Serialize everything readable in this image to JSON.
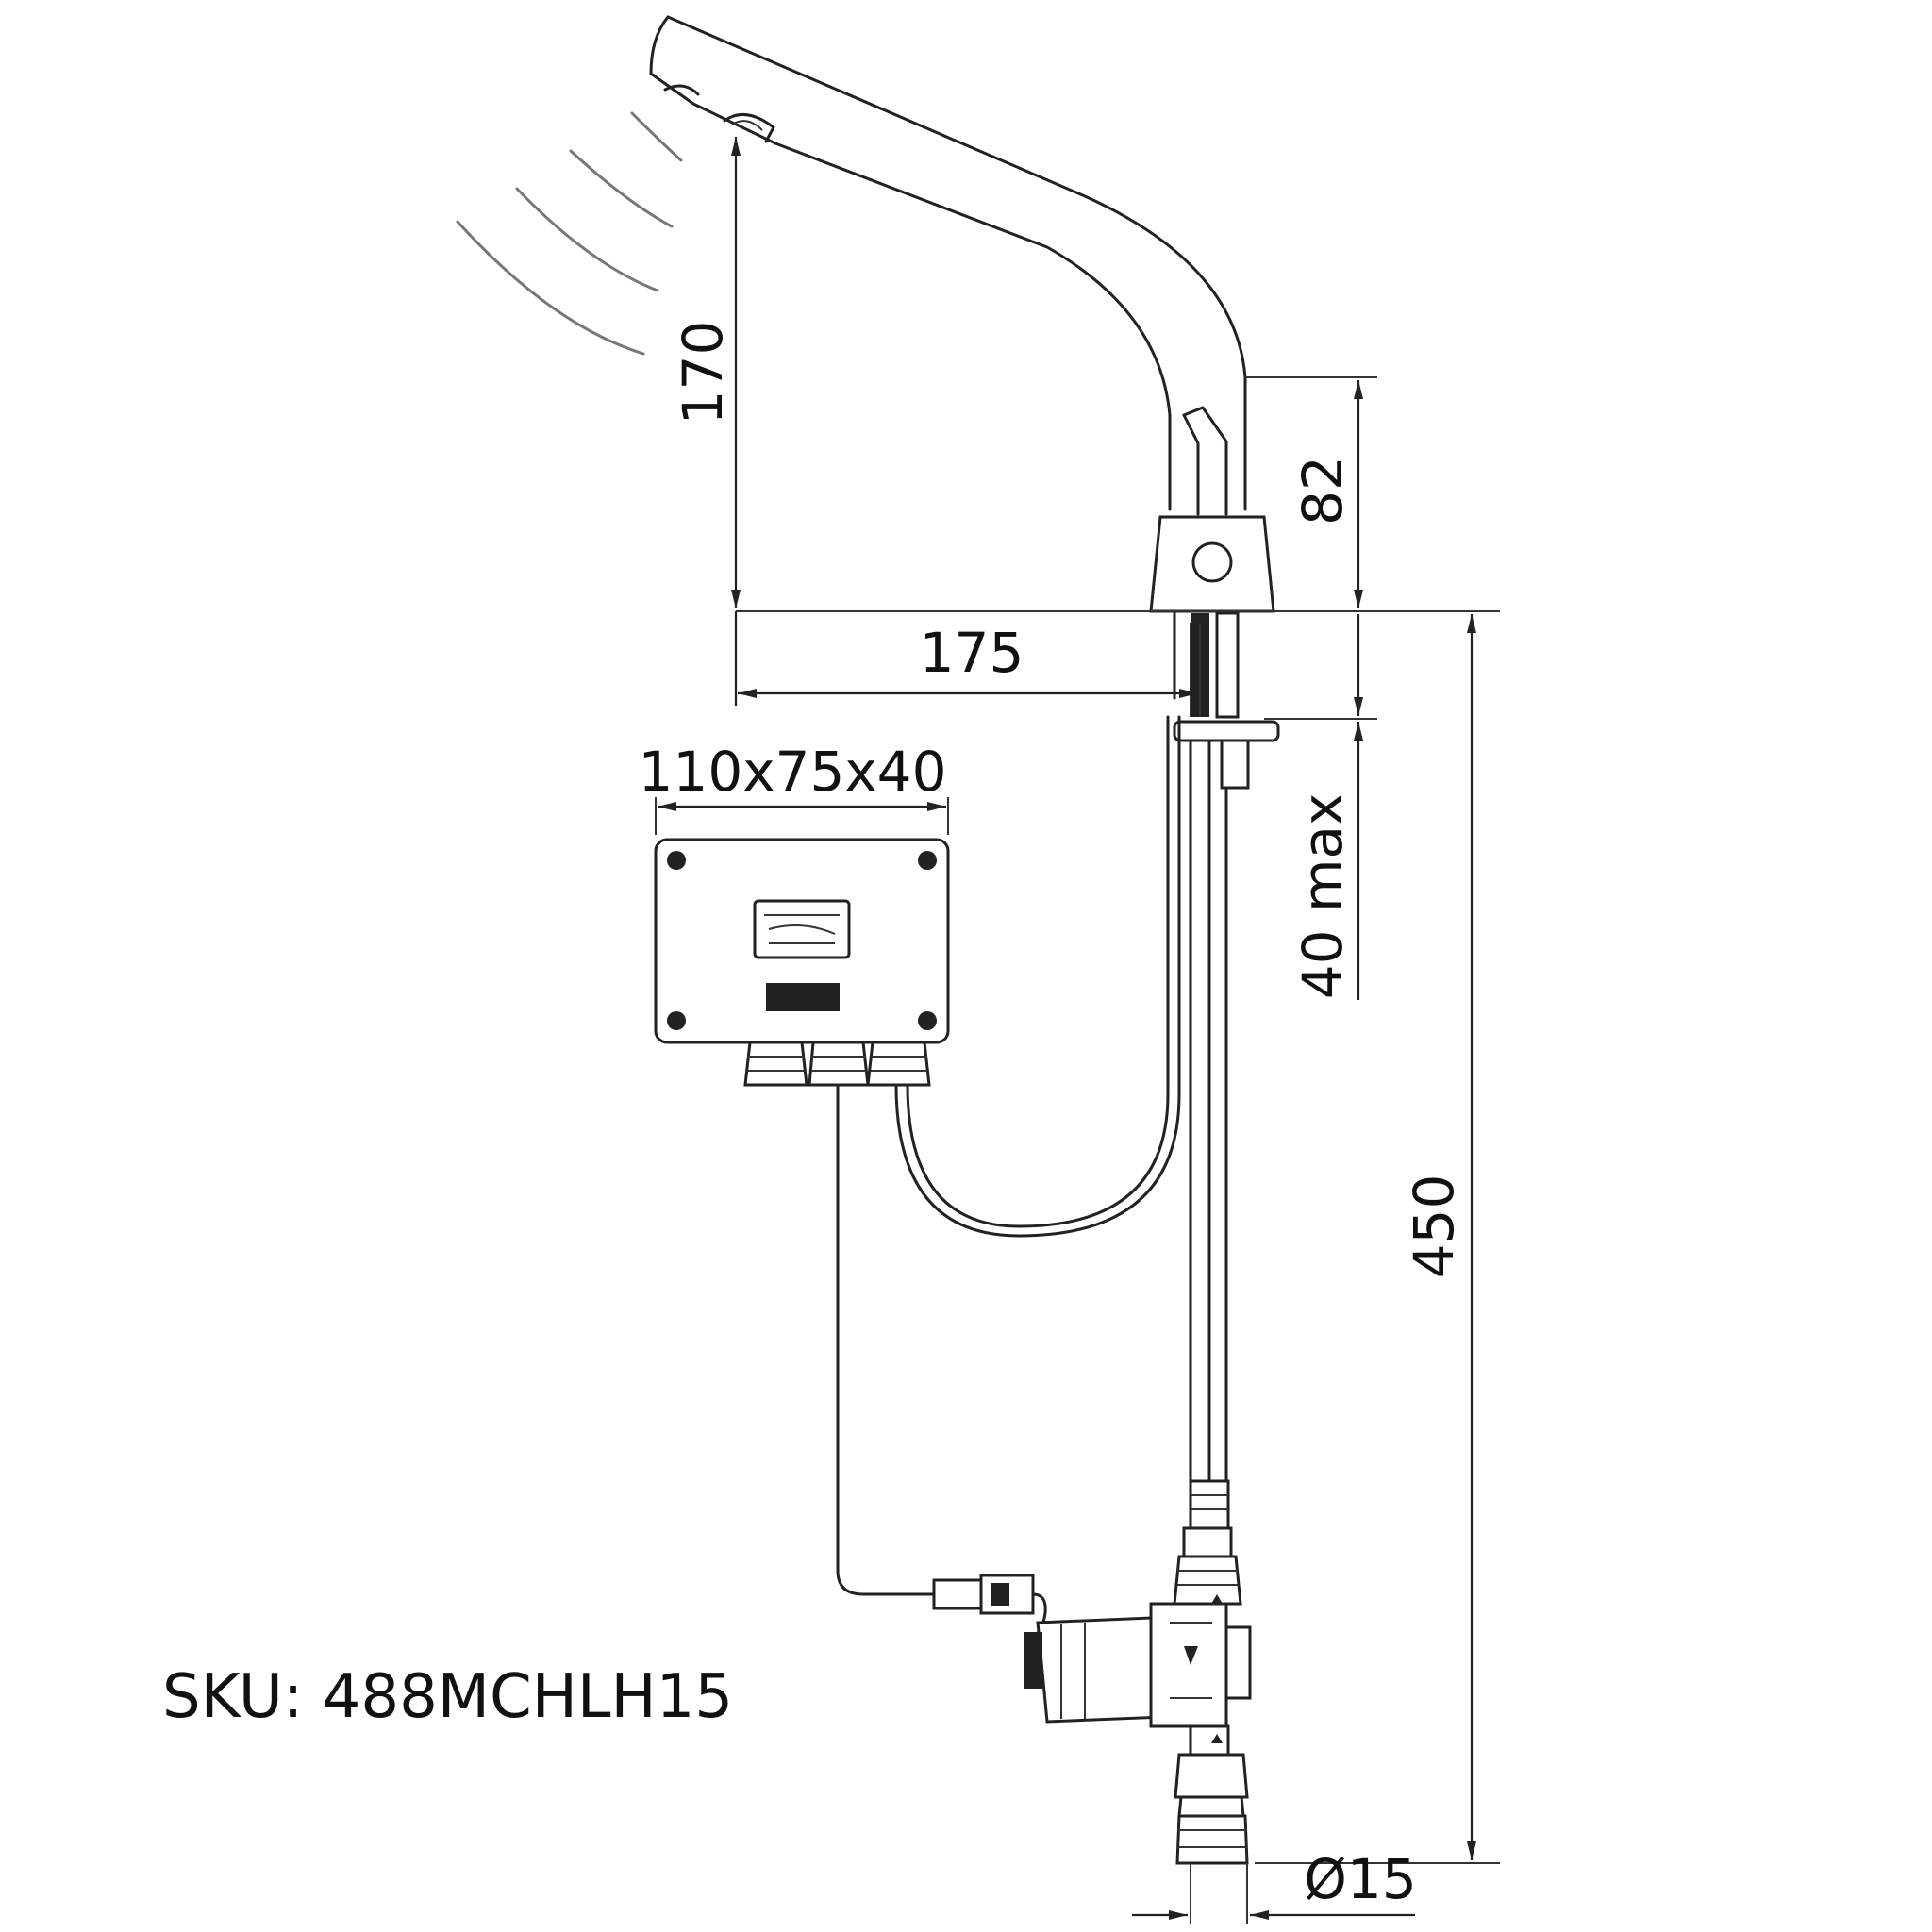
{
  "dimensions": {
    "spout_height": "170",
    "body_height": "82",
    "spout_reach": "175",
    "control_box_size": "110x75x40",
    "deck_thickness": "40 max",
    "flexible_length": "450",
    "connection_diameter": "Ø15"
  },
  "sku": "SKU: 488MCHLH15",
  "colors": {
    "line": "#222222",
    "sensor_wave": "#777777",
    "background": "#ffffff"
  }
}
